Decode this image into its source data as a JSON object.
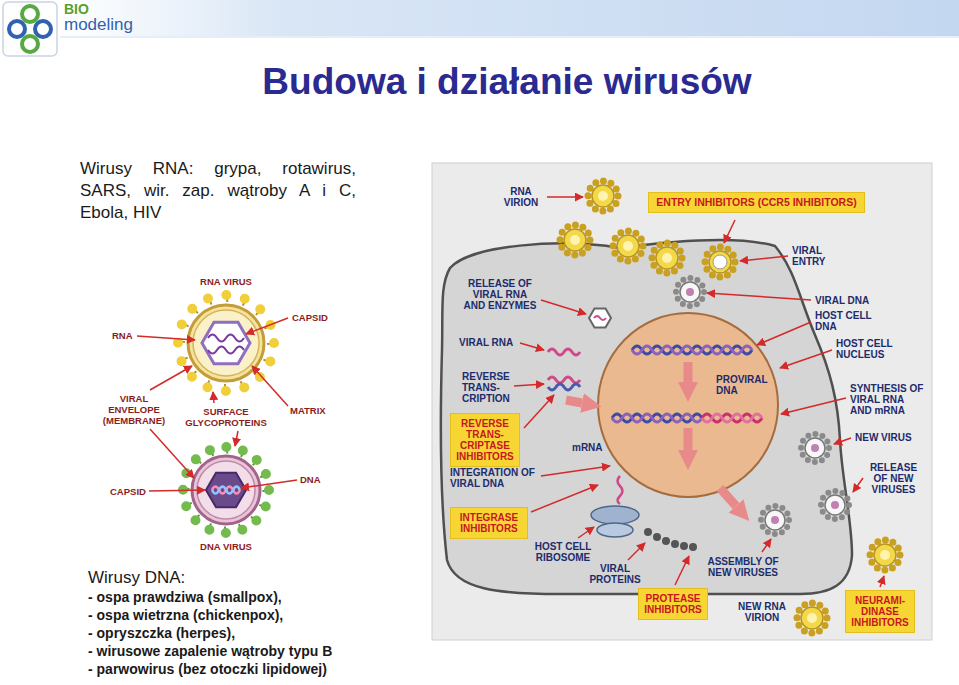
{
  "diagram": {
    "title": "Budowa i działanie wirusów",
    "nodes": [
      {
        "text": [
          "ENTRY INHIBITORS (CCR5 INHIBITORS)"
        ]
      },
      {
        "text": [
          "REVERSE TRANS- CRIPTASE INHIBITORS"
        ]
      },
      {
        "text": [
          "INTEGRASE INHIBITORS"
        ]
      },
      {
        "text": [
          "PROTEASE INHIBITORS"
        ]
      },
      {
        "text": [
          "NEURAMI- DINASE INHIBITORS"
        ]
      }
    ],
    "labels": [
      "BIO",
      "modeling",
      "Wirusy RNA: grypa, rotawirus, SARS, wir. zap. wątroby A i C, Ebola, HIV",
      "RNA VIRUS",
      "RNA",
      "CAPSID",
      "VIRAL ENVELOPE (MEMBRANE)",
      "SURFACE GLYCOPROTEINS",
      "MATRIX",
      "CAPSID",
      "DNA",
      "DNA VIRUS",
      "RNA VIRION",
      "VIRAL ENTRY",
      "RELEASE OF VIRAL RNA AND ENZYMES",
      "VIRAL DNA",
      "HOST CELL DNA",
      "HOST CELL NUCLEUS",
      "VIRAL RNA",
      "REVERSE TRANS- CRIPTION",
      "PROVIRAL DNA",
      "SYNTHESIS OF VIRAL RNA AND mRNA",
      "mRNA",
      "NEW VIRUS",
      "INTEGRATION OF VIRAL DNA",
      "RELEASE OF NEW VIRUSES",
      "HOST CELL RIBOSOME",
      "VIRAL PROTEINS",
      "ASSEMBLY OF NEW VIRUSES",
      "NEW RNA VIRION",
      "Wirusy DNA:",
      "- ospa prawdziwa (smallpox),",
      "- ospa wietrzna (chickenpox),",
      "- opryszczka (herpes),",
      "- wirusowe zapalenie wątroby typu B",
      "- parwowirus (bez otoczki lipidowej)"
    ]
  }
}
